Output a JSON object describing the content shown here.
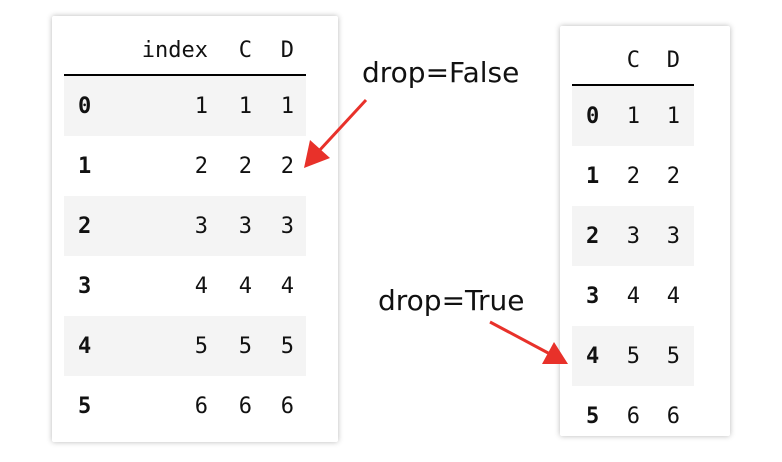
{
  "tables": {
    "drop_false": {
      "columns": [
        "",
        "index",
        "C",
        "D"
      ],
      "rows": [
        {
          "idx": "0",
          "index": "1",
          "C": "1",
          "D": "1"
        },
        {
          "idx": "1",
          "index": "2",
          "C": "2",
          "D": "2"
        },
        {
          "idx": "2",
          "index": "3",
          "C": "3",
          "D": "3"
        },
        {
          "idx": "3",
          "index": "4",
          "C": "4",
          "D": "4"
        },
        {
          "idx": "4",
          "index": "5",
          "C": "5",
          "D": "5"
        },
        {
          "idx": "5",
          "index": "6",
          "C": "6",
          "D": "6"
        }
      ]
    },
    "drop_true": {
      "columns": [
        "",
        "C",
        "D"
      ],
      "rows": [
        {
          "idx": "0",
          "C": "1",
          "D": "1"
        },
        {
          "idx": "1",
          "C": "2",
          "D": "2"
        },
        {
          "idx": "2",
          "C": "3",
          "D": "3"
        },
        {
          "idx": "3",
          "C": "4",
          "D": "4"
        },
        {
          "idx": "4",
          "C": "5",
          "D": "5"
        },
        {
          "idx": "5",
          "C": "6",
          "D": "6"
        }
      ]
    }
  },
  "labels": {
    "drop_false": "drop=False",
    "drop_true": "drop=True"
  },
  "colors": {
    "arrow": "#e8312a",
    "row_stripe": "#f4f4f4"
  }
}
